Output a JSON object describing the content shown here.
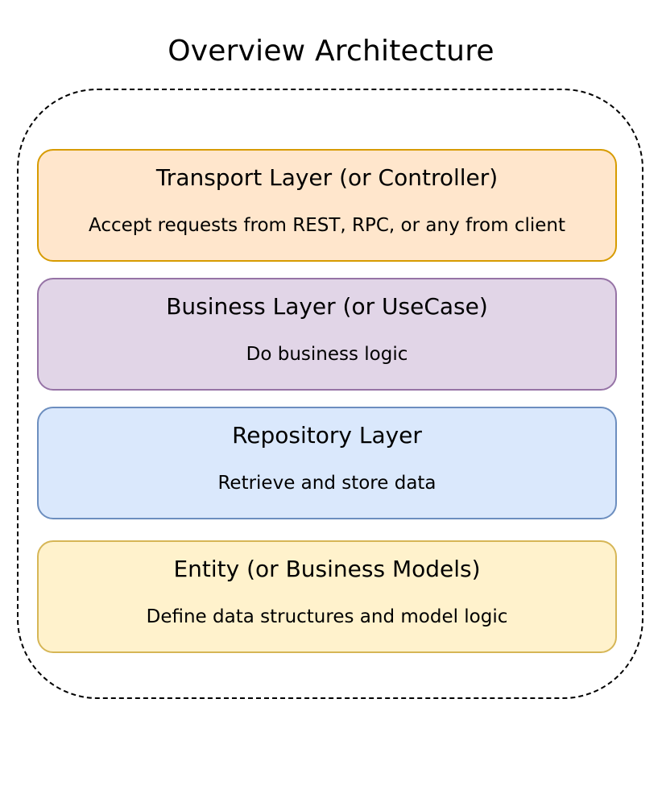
{
  "title": "Overview Architecture",
  "layers": [
    {
      "title": "Transport Layer (or Controller)",
      "description": "Accept requests from REST, RPC,  or any from client",
      "fill": "#ffe6cc",
      "stroke": "#d79b00"
    },
    {
      "title": "Business Layer (or UseCase)",
      "description": "Do business logic",
      "fill": "#e1d5e7",
      "stroke": "#9673a6"
    },
    {
      "title": "Repository Layer",
      "description": "Retrieve and store data",
      "fill": "#dae8fc",
      "stroke": "#6c8ebf"
    },
    {
      "title": "Entity (or Business Models)",
      "description": "Define data structures and model logic",
      "fill": "#fff2cc",
      "stroke": "#d6b656"
    }
  ]
}
